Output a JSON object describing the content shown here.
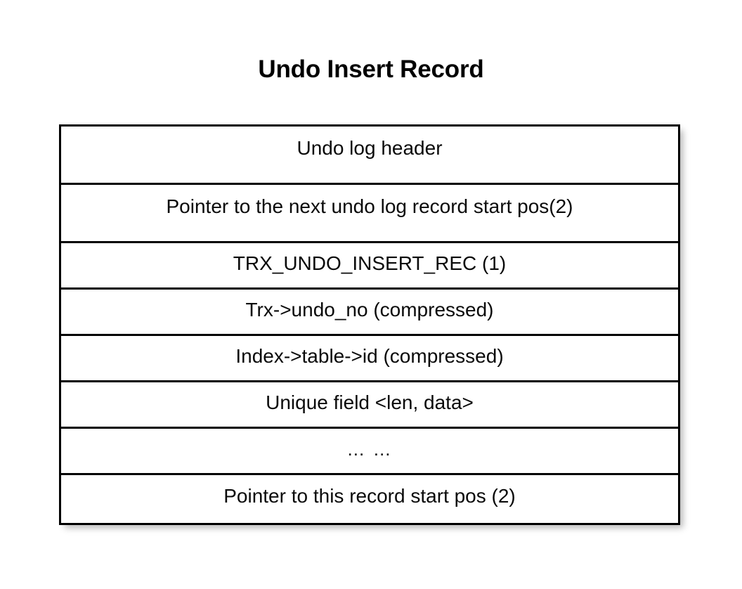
{
  "slide": {
    "title": "Undo Insert Record",
    "background_color": "#ffffff",
    "text_color": "#000000",
    "border_color": "#000000"
  },
  "record_table": {
    "name": "undo-insert-record-layout",
    "rows": [
      {
        "label": "Undo log header",
        "size": "tall"
      },
      {
        "label": "Pointer to the next undo log record start pos(2)",
        "size": "tall"
      },
      {
        "label": "TRX_UNDO_INSERT_REC (1)",
        "size": "standard"
      },
      {
        "label": "Trx->undo_no (compressed)",
        "size": "standard"
      },
      {
        "label": "Index->table->id (compressed)",
        "size": "standard"
      },
      {
        "label": "Unique field <len, data>",
        "size": "standard"
      },
      {
        "label": "… …",
        "size": "standard"
      },
      {
        "label": "Pointer to this record start pos (2)",
        "size": "last"
      }
    ]
  }
}
